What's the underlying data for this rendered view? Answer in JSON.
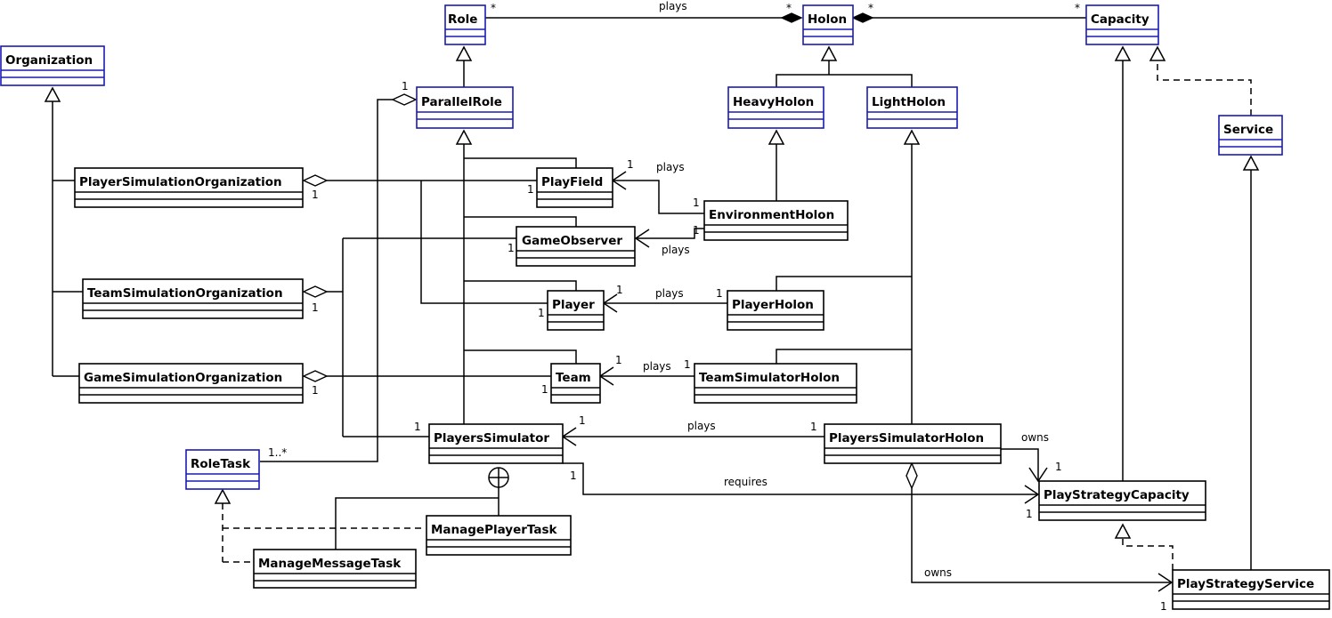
{
  "classes": {
    "organization": "Organization",
    "role": "Role",
    "holon": "Holon",
    "capacity": "Capacity",
    "parallel_role": "ParallelRole",
    "heavy_holon": "HeavyHolon",
    "light_holon": "LightHolon",
    "service": "Service",
    "player_simulation_organization": "PlayerSimulationOrganization",
    "play_field": "PlayField",
    "environment_holon": "EnvironmentHolon",
    "game_observer": "GameObserver",
    "team_simulation_organization": "TeamSimulationOrganization",
    "player": "Player",
    "player_holon": "PlayerHolon",
    "game_simulation_organization": "GameSimulationOrganization",
    "team": "Team",
    "team_simulator_holon": "TeamSimulatorHolon",
    "players_simulator": "PlayersSimulator",
    "players_simulator_holon": "PlayersSimulatorHolon",
    "role_task": "RoleTask",
    "play_strategy_capacity": "PlayStrategyCapacity",
    "manage_player_task": "ManagePlayerTask",
    "manage_message_task": "ManageMessageTask",
    "play_strategy_service": "PlayStrategyService"
  },
  "labels": {
    "plays": "plays",
    "owns": "owns",
    "requires": "requires"
  },
  "multiplicity": {
    "star": "*",
    "one": "1",
    "one_many": "1..*"
  },
  "colors": {
    "abstract_border": "#1a1ab4",
    "concrete_border": "#000000"
  }
}
